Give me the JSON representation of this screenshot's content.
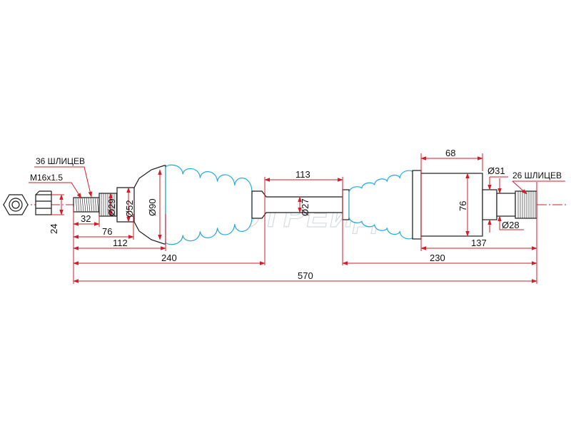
{
  "watermark": "АВТОТРЕЙД",
  "callouts": {
    "splines_outer": "36 ШЛИЦЕВ",
    "thread": "M16x1.5",
    "splines_inner": "26 ШЛИЦЕВ"
  },
  "dimensions": {
    "d29": "Ø29",
    "d52": "Ø52",
    "d90": "Ø90",
    "d27": "Ø27",
    "d31": "Ø31",
    "d28": "Ø28",
    "h76": "76",
    "nut24": "24",
    "l32": "32",
    "l76": "76",
    "l112": "112",
    "l240": "240",
    "l113": "113",
    "l68": "68",
    "l137": "137",
    "l230": "230",
    "l570": "570"
  },
  "colors": {
    "dimension_line": "#d21e2b",
    "boot": "#22aadd",
    "outline": "#1a1a1a",
    "watermark": "#d6dce2"
  }
}
